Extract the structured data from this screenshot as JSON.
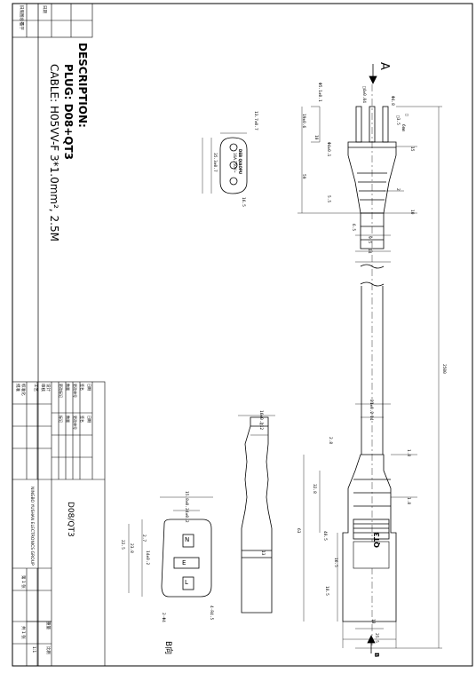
{
  "description": {
    "heading": "DESCRIPTION:",
    "plug_line": "PLUG: D08+QT3",
    "cable_line": "CABLE: H05VV-F 3*1.0mm², 2.5M"
  },
  "views": {
    "a_label": "A",
    "b_label": "B向",
    "b_arrow": "B"
  },
  "plug_face": {
    "brand": "DEB QIAOPU",
    "rating": "16A 250V~",
    "dims": [
      "13.7±0.7",
      "35.3±0.7",
      "16.5"
    ],
    "pin_labels": [
      "N",
      "E",
      "L"
    ]
  },
  "top_plug_dims": [
    "□4±0.04",
    "Φ5.1±0.1",
    "19±0.6",
    "Φ4±0.1",
    "10",
    "Φ4.8",
    "□3.5",
    "6mm",
    "□",
    "15",
    "59",
    "2",
    "5.5",
    "10",
    "6.5",
    "9.5",
    "14",
    "2500"
  ],
  "connector_dims": [
    "21±0.2",
    "14",
    "1.8",
    "2.8",
    "32.8",
    "1.8",
    "40.5",
    "16.5",
    "18.5",
    "63",
    "18",
    "25.5",
    "16±0.2",
    "□12",
    "13",
    "15.8±0.2",
    "4±0.2",
    "2.7",
    "14±0.2",
    "23.8",
    "22.5",
    "4-R4.5",
    "2-Φ4"
  ],
  "connector_mark": "QT3",
  "title_block": {
    "drawing_no": "D08/QT3",
    "company": "NINGBO YUSHAN ELECTRONICS GROUP",
    "left_strip": [
      "旧底图总号",
      "签字",
      "日期"
    ],
    "rows": [
      "更改标记",
      "数量",
      "更改单号",
      "签名",
      "日期",
      "标记",
      "数量",
      "更改单号",
      "签名",
      "日期"
    ],
    "roles": [
      "设计",
      "审核",
      "工艺",
      "标准化",
      "批准"
    ],
    "scale_label": "比例",
    "scale_value": "1:1",
    "sheet_info": [
      "第 1 张",
      "共 1 张"
    ],
    "weight_label": "重量"
  }
}
